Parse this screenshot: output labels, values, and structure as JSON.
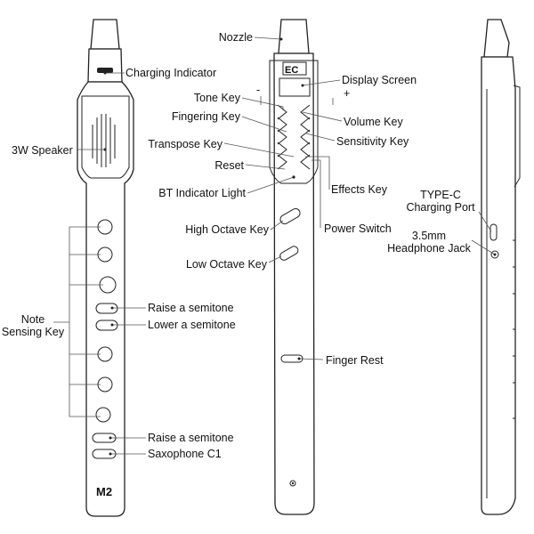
{
  "device": {
    "model_label": "M2",
    "brand_logo": "EC"
  },
  "labels": {
    "charging_indicator": "Charging Indicator",
    "speaker": "3W Speaker",
    "note_sensing_key": "Note\nSensing Key",
    "raise_semitone_upper": "Raise a semitone",
    "lower_semitone": "Lower a semitone",
    "raise_semitone_lower": "Raise a semitone",
    "saxophone_c1": "Saxophone C1",
    "nozzle": "Nozzle",
    "display_screen": "Display Screen",
    "volume_minus": "-",
    "volume_plus": "+",
    "tone_key": "Tone Key",
    "fingering_key": "Fingering Key",
    "volume_key": "Volume Key",
    "sensitivity_key": "Sensitivity Key",
    "transpose_key": "Transpose Key",
    "reset": "Reset",
    "bt_indicator_light": "BT Indicator Light",
    "effects_key": "Effects Key",
    "high_octave_key": "High Octave Key",
    "power_switch": "Power Switch",
    "low_octave_key": "Low Octave Key",
    "finger_rest": "Finger Rest",
    "type_c_port": "TYPE-C\nCharging Port",
    "headphone_jack": "3.5mm\nHeadphone Jack"
  }
}
